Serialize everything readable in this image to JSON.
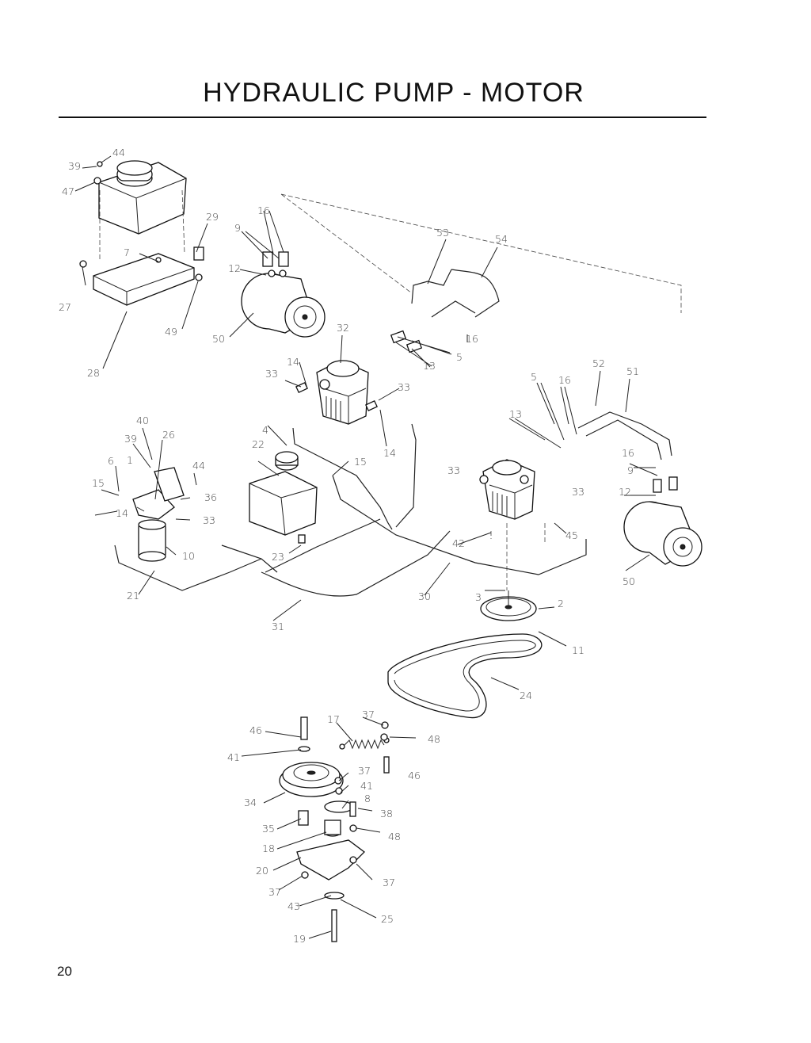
{
  "page": {
    "title": "HYDRAULIC PUMP - MOTOR",
    "page_number": "20"
  },
  "callouts": [
    "39",
    "44",
    "47",
    "29",
    "7",
    "27",
    "49",
    "28",
    "16",
    "9",
    "12",
    "50",
    "53",
    "54",
    "32",
    "16",
    "13",
    "5",
    "14",
    "33",
    "33",
    "14",
    "52",
    "51",
    "5",
    "16",
    "13",
    "16",
    "9",
    "12",
    "50",
    "40",
    "39",
    "26",
    "6",
    "1",
    "15",
    "44",
    "36",
    "14",
    "33",
    "10",
    "22",
    "4",
    "15",
    "23",
    "21",
    "31",
    "30",
    "33",
    "33",
    "42",
    "45",
    "3",
    "2",
    "11",
    "24",
    "46",
    "41",
    "34",
    "35",
    "18",
    "20",
    "37",
    "43",
    "19",
    "17",
    "37",
    "48",
    "37",
    "46",
    "41",
    "8",
    "38",
    "48",
    "37",
    "25"
  ]
}
